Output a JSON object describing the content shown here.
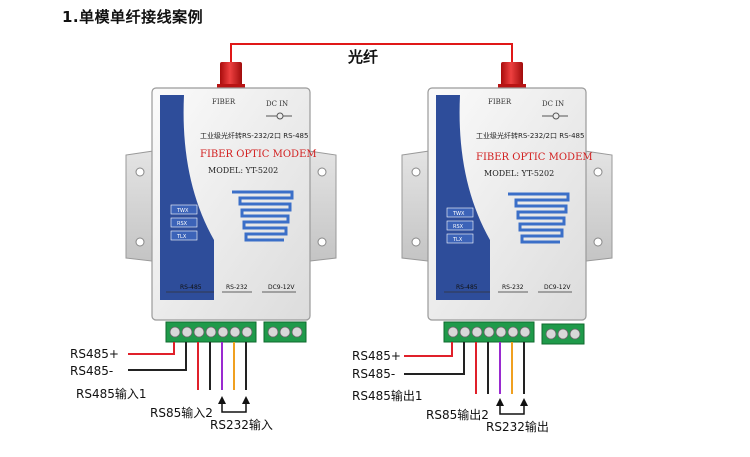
{
  "title": "1.单模单纤接线案例",
  "fiber_label": "光纤",
  "modems": [
    {
      "fiber_port_label": "FIBER",
      "dc_label": "DC IN",
      "product_line": "工业级光纤转RS-232/2口 RS-485",
      "brand": "FIBER OPTIC MODEM",
      "model": "MODEL: YT-5202",
      "leds": [
        "TWX",
        "RSX",
        "TLX"
      ],
      "terminal_groups": [
        "RS-485",
        "RS-232",
        "DC9-12V"
      ],
      "wire_labels": [
        "RS485+",
        "RS485-",
        "RS485输入1",
        "RS85输入2",
        "RS232输入"
      ]
    },
    {
      "fiber_port_label": "FIBER",
      "dc_label": "DC IN",
      "product_line": "工业级光纤转RS-232/2口 RS-485",
      "brand": "FIBER OPTIC MODEM",
      "model": "MODEL: YT-5202",
      "leds": [
        "TWX",
        "RSX",
        "TLX"
      ],
      "terminal_groups": [
        "RS-485",
        "RS-232",
        "DC9-12V"
      ],
      "wire_labels": [
        "RS485+",
        "RS485-",
        "RS485输出1",
        "RS85输出2",
        "RS232输出"
      ]
    }
  ],
  "colors": {
    "fiber_line": "#e01818",
    "blue_panel": "#2e4d9a",
    "red_text": "#d21f1f",
    "terminal_green": "#1f9a4a",
    "wire_red": "#e0202a",
    "wire_black": "#222222",
    "wire_purple": "#9a2ad0",
    "wire_orange": "#f0a020"
  }
}
